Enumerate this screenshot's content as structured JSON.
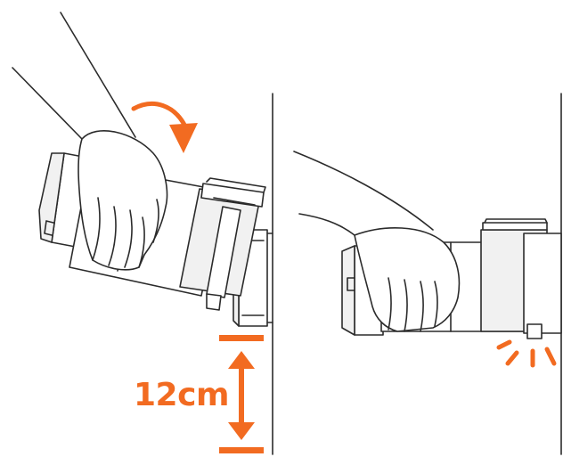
{
  "measurement": {
    "label": "12cm"
  },
  "colors": {
    "accent": "#f26b21",
    "line": "#2b2b2b",
    "background": "#ffffff"
  },
  "panels": [
    {
      "step": "mount",
      "icon": "rotate-arrow-icon"
    },
    {
      "step": "locked",
      "icon": "click-indicator-icon"
    }
  ]
}
